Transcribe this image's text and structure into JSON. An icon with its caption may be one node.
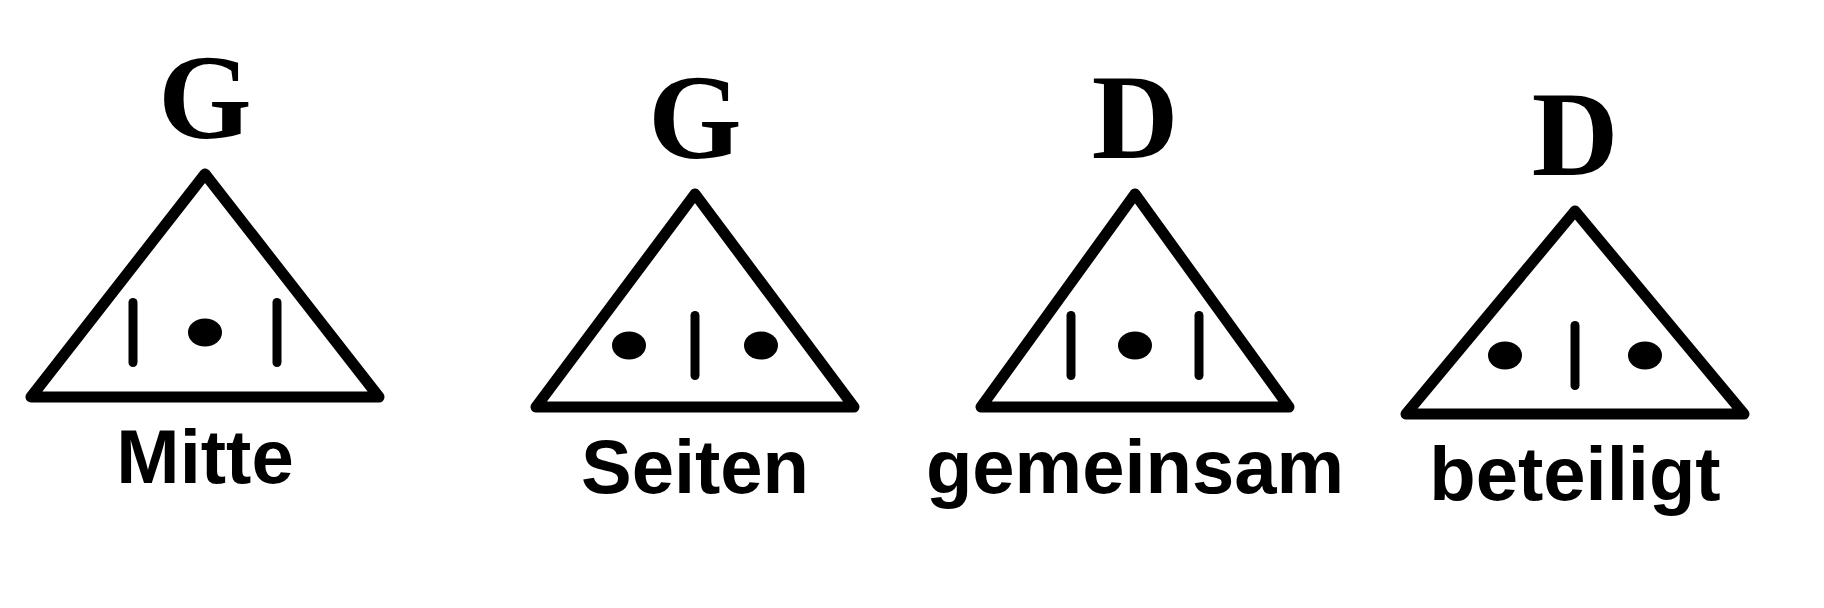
{
  "diagram": {
    "nodes": [
      {
        "text": [
          "G",
          "Mitte"
        ]
      },
      {
        "text": [
          "G",
          "Seiten"
        ]
      },
      {
        "text": [
          "D",
          "gemeinsam"
        ]
      },
      {
        "text": [
          "D",
          "beteiligt"
        ]
      }
    ]
  }
}
